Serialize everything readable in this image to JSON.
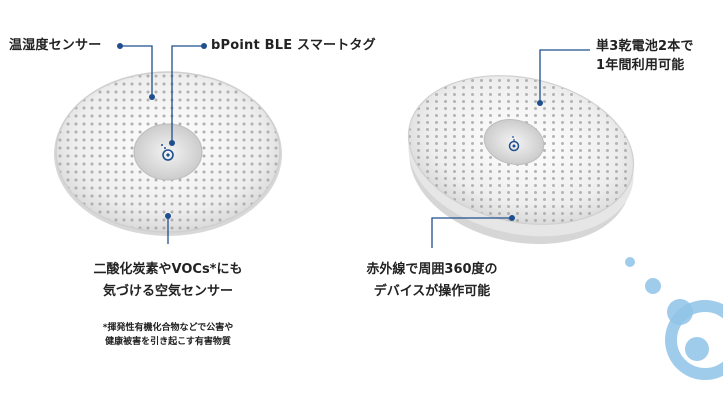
{
  "labels": {
    "temp_humidity_sensor": "温湿度センサー",
    "ble_tag": "bPoint BLE スマートタグ",
    "battery_line1": "単3乾電池2本で",
    "battery_line2": "1年間利用可能",
    "co2_line1": "二酸化炭素やVOCs*にも",
    "co2_line2": "気づける空気センサー",
    "voc_note_line1": "*揮発性有機化合物などで公害や",
    "voc_note_line2": "健康被害を引き起こす有害物質",
    "ir_line1": "赤外線で周囲360度の",
    "ir_line2": "デバイスが操作可能"
  },
  "colors": {
    "callout": "#1f4f8f",
    "text": "#222222",
    "accent_circles": "#8fc3e8",
    "device_body": "#f2f2f2"
  }
}
